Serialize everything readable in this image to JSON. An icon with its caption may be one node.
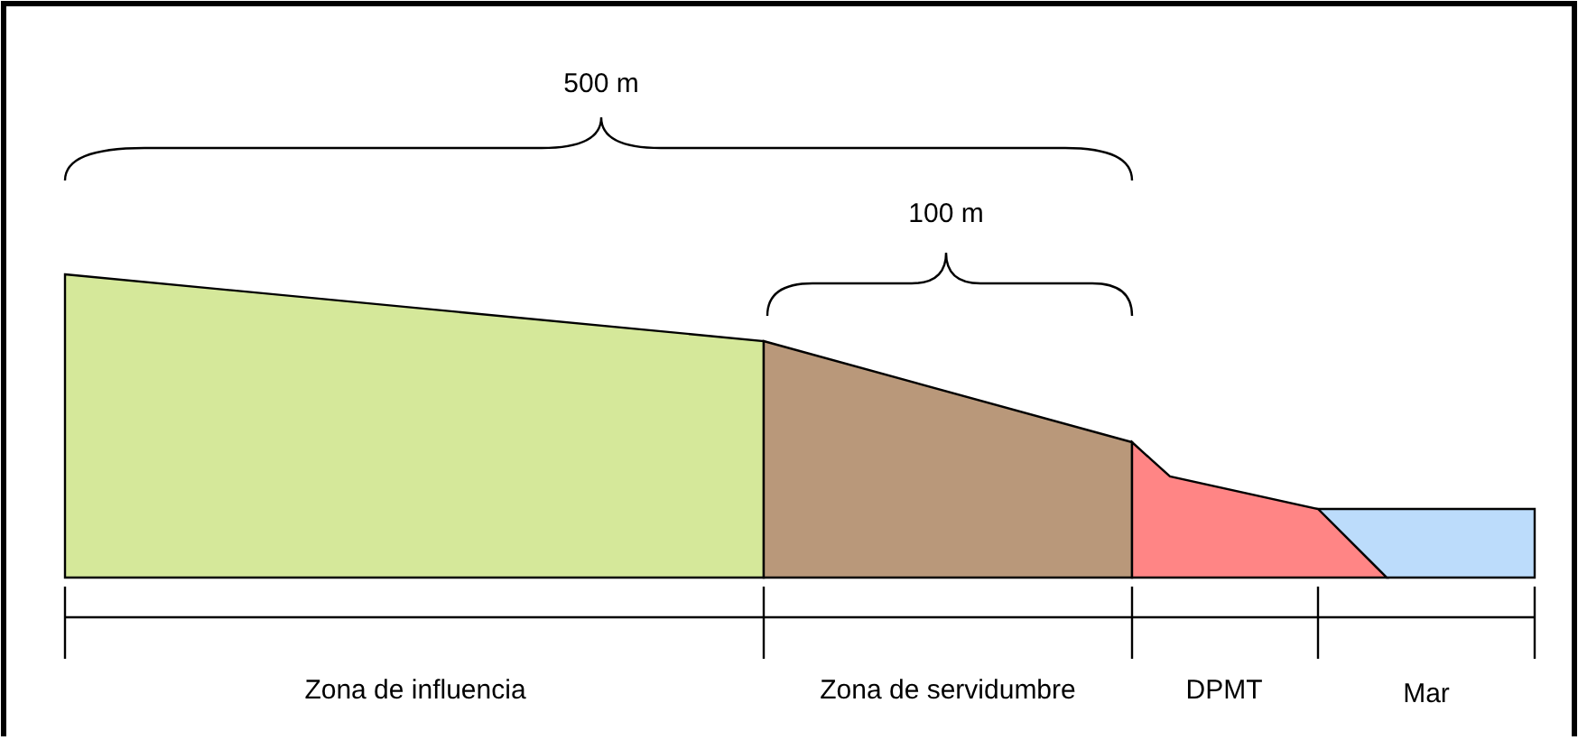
{
  "diagram": {
    "labels": [
      "500 m",
      "100 m",
      "Zona de influencia",
      "Zona de servidumbre",
      "DPMT",
      "Mar"
    ]
  }
}
